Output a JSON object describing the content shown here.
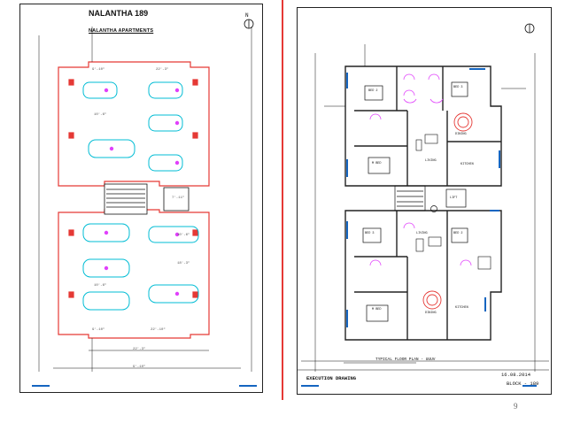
{
  "left_sheet": {
    "title": "NALANTHA 189",
    "north_label": "N",
    "dims": [
      "9'-10\"",
      "22'-3\"",
      "10'-6\"",
      "10'-6\"",
      "7'-11\"",
      "18'-3\"",
      "22'-10\"",
      "9'-10\"",
      "22'-3\"",
      "9'-10\"",
      "10'-6\""
    ]
  },
  "right_sheet": {
    "title": "NALANTHA APARTMENTS",
    "plan_caption": "TYPICAL FLOOR PLAN - UUUV",
    "footer_left": "EXECUTION DRAWING",
    "date": "16.08.2014",
    "block": "BLOCK - 189",
    "rooms": [
      "BED 2",
      "BED 3",
      "M BED",
      "LIVING",
      "KITCHEN",
      "DINING",
      "BED 3",
      "BED 2",
      "LIVING",
      "DINING",
      "KITCHEN",
      "M BED",
      "LIFT"
    ]
  },
  "page_number": "9",
  "colors": {
    "wall": "#e53935",
    "car": "#00bcd4",
    "line": "#111111",
    "accent": "#e040fb"
  }
}
